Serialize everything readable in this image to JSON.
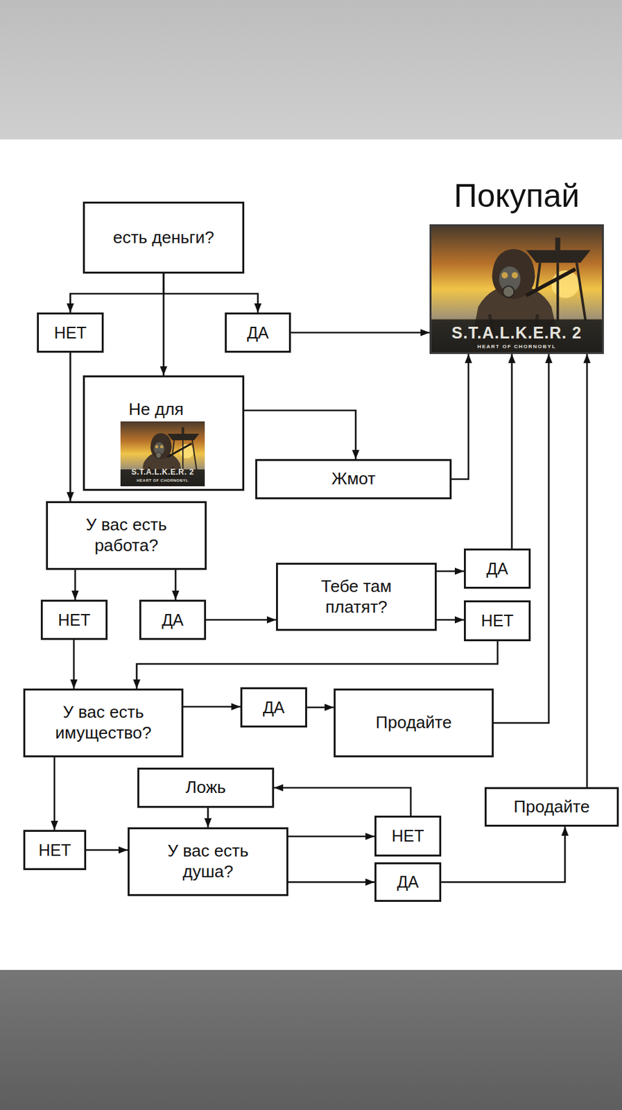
{
  "diagram": {
    "nodes": [
      {
        "text": [
          "есть деньги?"
        ]
      },
      {
        "text": [
          "НЕТ"
        ]
      },
      {
        "text": [
          "ДА"
        ]
      },
      {
        "text": [
          "Покупай"
        ]
      },
      {
        "text": [
          "Не для"
        ]
      },
      {
        "text": [
          "Жмот"
        ]
      },
      {
        "text": [
          "У вас есть работа?"
        ]
      },
      {
        "text": [
          "НЕТ"
        ]
      },
      {
        "text": [
          "ДА"
        ]
      },
      {
        "text": [
          "Тебе там платят?"
        ]
      },
      {
        "text": [
          "ДА"
        ]
      },
      {
        "text": [
          "НЕТ"
        ]
      },
      {
        "text": [
          "У вас есть имущество?"
        ]
      },
      {
        "text": [
          "ДА"
        ]
      },
      {
        "text": [
          "Продайте"
        ]
      },
      {
        "text": [
          "Ложь"
        ]
      },
      {
        "text": [
          "Продайте"
        ]
      },
      {
        "text": [
          "НЕТ"
        ]
      },
      {
        "text": [
          "У вас есть душа?"
        ]
      },
      {
        "text": [
          "НЕТ"
        ]
      },
      {
        "text": [
          "ДА"
        ]
      }
    ],
    "edges": [
      {
        "from": 0,
        "to": 1,
        "arrow": "to"
      },
      {
        "from": 0,
        "to": 2,
        "arrow": "to"
      },
      {
        "from": 0,
        "to": 4,
        "arrow": "to"
      },
      {
        "from": 2,
        "to": 3,
        "arrow": "to"
      },
      {
        "from": 1,
        "to": 6,
        "arrow": "to"
      },
      {
        "from": 4,
        "to": 5,
        "arrow": "to"
      },
      {
        "from": 5,
        "to": 3,
        "arrow": "to"
      },
      {
        "from": 6,
        "to": 7,
        "arrow": "to"
      },
      {
        "from": 6,
        "to": 8,
        "arrow": "to"
      },
      {
        "from": 8,
        "to": 9,
        "arrow": "to"
      },
      {
        "from": 9,
        "to": 10,
        "arrow": "to"
      },
      {
        "from": 9,
        "to": 11,
        "arrow": "to"
      },
      {
        "from": 10,
        "to": 3,
        "arrow": "to"
      },
      {
        "from": 11,
        "to": 12,
        "arrow": "to"
      },
      {
        "from": 7,
        "to": 12,
        "arrow": "to"
      },
      {
        "from": 12,
        "to": 13,
        "arrow": "to"
      },
      {
        "from": 13,
        "to": 14,
        "arrow": "to"
      },
      {
        "from": 14,
        "to": 3,
        "arrow": "to"
      },
      {
        "from": 12,
        "to": 17,
        "arrow": "to"
      },
      {
        "from": 17,
        "to": 18,
        "arrow": "to"
      },
      {
        "from": 18,
        "to": 19,
        "arrow": "to"
      },
      {
        "from": 18,
        "to": 20,
        "arrow": "to"
      },
      {
        "from": 19,
        "to": 15,
        "arrow": "to"
      },
      {
        "from": 15,
        "to": 18,
        "arrow": "to"
      },
      {
        "from": 20,
        "to": 16,
        "arrow": "to"
      },
      {
        "from": 16,
        "to": 3,
        "arrow": "to"
      }
    ],
    "labels": [
      "S.T.A.L.K.E.R. 2",
      "HEART OF CHORNOBYL",
      "S.T.A.L.K.E.R. 2",
      "HEART OF CHORNOBYL"
    ]
  }
}
